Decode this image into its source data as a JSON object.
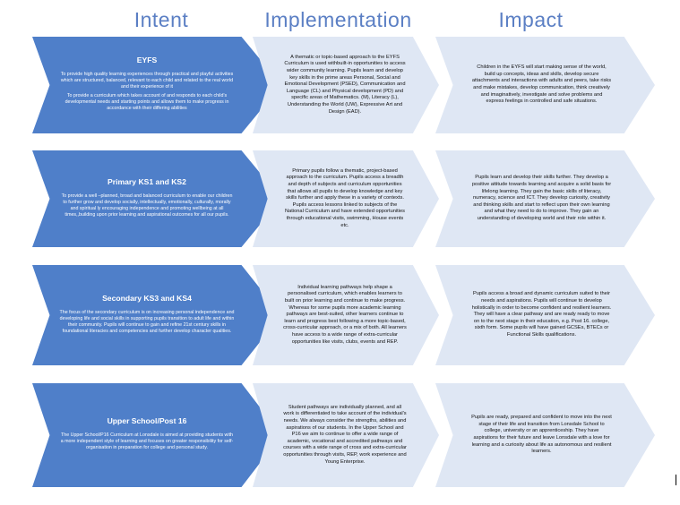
{
  "headers": {
    "intent": "Intent",
    "implementation": "Implementation",
    "impact": "Impact"
  },
  "colors": {
    "header": "#5b7fc4",
    "intent_chevron": "#4f7fc9",
    "light_chevron": "#dfe7f4"
  },
  "rows": [
    {
      "intent": {
        "title": "EYFS",
        "paragraphs": [
          "To provide high quality learning experiences through practical and playful activities which are structured, balanced, relevant to each child and related to the real world and their experience of it",
          "To provide a curriculum which takes account of and responds to each child’s developmental needs and starting points and allows them to make progress in accordance with their differing abilities"
        ]
      },
      "implementation": "A thematic or topic-based approach to the EYFS Curriculum is used withbuilt-in opportunities to access wider community learning. Pupils learn and develop key skills in the prime areas Personal, Social and Emotional Development (PSED), Communication and Language (CL) and Physical development (PD) and specific areas of Mathematics. (M), Literacy (L), Understanding the World (UW), Expressive Art and Design (EAD).",
      "impact": "Children in the EYFS will start making sense of the world, build up concepts, ideas and skills, develop secure attachments and interactions with adults and peers, take risks and make mistakes, develop communication, think creatively and imaginatively, investigate and solve problems and express feelings in controlled and safe situations."
    },
    {
      "intent": {
        "title": "Primary KS1 and KS2",
        "paragraphs": [
          "To provide a well –planned, broad and balanced curriculum to enable our children to further grow and develop socially, intellectually, emotionally, culturally, morally and spiritual ly encouraging independence and promoting wellbeing at all times,,building upon prior learning and aspirational outcomes for all our pupils."
        ]
      },
      "implementation": "Primary pupils follow a thematic, project-based approach to the curriculum. Pupils access a breadth and depth of subjects and curriculum opportunities that allows all pupils to develop knowledge and key skills further and apply these in a variety of contexts. Pupils access lessons linked to subjects of the National Curriculum and have extended opportunities through educational visits, swimming, House events etc.",
      "impact": "Pupils learn and develop their skills further. They develop a positive attitude towards learning and acquire a solid basis for lifelong learning. They gain the basic skills of literacy, numeracy, science and ICT. They develop curiosity, creativity and thinking skills and start to reflect upon their own learning and what they need to do to improve. They gain an understanding of developing world and their role within it."
    },
    {
      "intent": {
        "title": "Secondary KS3 and KS4",
        "paragraphs": [
          "The focus of the secondary curriculum is on increasing personal independence and developing life and social skills in supporting pupils transition to adult life and within their community. Pupils will continue to gain and refine 21st century skills in foundational literacies and competencies and further develop character qualities."
        ]
      },
      "implementation": "Individual learning pathways help shape a personalised curriculum, which enables learners to built on prior learning and continue to make progress. Whereas for some pupils more academic learning pathways are best-suited, other learners continue to learn and progress best following a more topic-based, cross-curricular approach, or a mix of both. All learners have access to a wide range of extra-curricular opportunities like visits, clubs, events and REP.",
      "impact": "Pupils access a broad and dynamic curriculum suited to their needs and aspirations. Pupils will continue to develop holistically in order to become confident and resilient learners. They will have a clear pathway and are ready ready to move on to the next stage in their education, e.g. Post 16. college, sixth form. Some pupils will have gained GCSEs, BTECs or Functional Skills qualifications."
    },
    {
      "intent": {
        "title": "Upper School/Post 16",
        "paragraphs": [
          "The Upper School/P16 Curriculum at Lonsdale is aimed at providing students with a more independent style of learning and focuses on greater responsibility for self-organisation in preparation for college and personal study."
        ]
      },
      "implementation": "Student pathways are individually planned, and all work is differentiated to take account of the individual’s needs. We always consider the strengths, abilities and aspirations of our students. In the Upper School and P16 we aim to continue to offer a wide range of academic, vocational and accredited pathways and courses with a wide range of cross and extra-curricular opportunities through visits, REP, work experience and Young Enterprise.",
      "impact": "Pupils are ready, prepared and confident to move into the next stage of their life and transition from Lonsdale School to college, university or an apprenticeship. They have aspirations for their future and leave Lonsdale with a love for learning and a curiosity about life as autonomous and resilient learners."
    }
  ]
}
